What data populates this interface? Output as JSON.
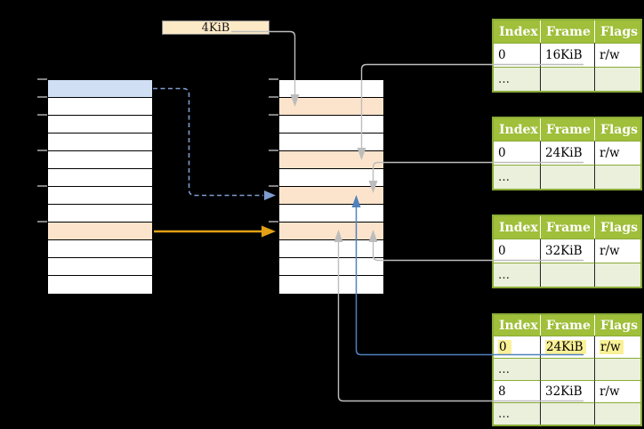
{
  "page_size_label": "4KiB",
  "virtual_memory": {
    "row_colors": [
      "blue",
      "white",
      "white",
      "white",
      "white",
      "white",
      "white",
      "white",
      "orange",
      "white",
      "white",
      "white"
    ]
  },
  "physical_memory": {
    "row_colors": [
      "white",
      "orange",
      "white",
      "white",
      "orange",
      "white",
      "orange",
      "white",
      "orange",
      "white",
      "white",
      "white"
    ]
  },
  "page_tables": [
    {
      "headers": [
        "Index",
        "Frame",
        "Flags"
      ],
      "rows": [
        {
          "cells": [
            "0",
            "16KiB",
            "r/w"
          ],
          "variant": "data"
        },
        {
          "cells": [
            "…",
            "",
            ""
          ],
          "variant": "ellipsis"
        }
      ]
    },
    {
      "headers": [
        "Index",
        "Frame",
        "Flags"
      ],
      "rows": [
        {
          "cells": [
            "0",
            "24KiB",
            "r/w"
          ],
          "variant": "data"
        },
        {
          "cells": [
            "…",
            "",
            ""
          ],
          "variant": "ellipsis"
        }
      ]
    },
    {
      "headers": [
        "Index",
        "Frame",
        "Flags"
      ],
      "rows": [
        {
          "cells": [
            "0",
            "32KiB",
            "r/w"
          ],
          "variant": "data"
        },
        {
          "cells": [
            "…",
            "",
            ""
          ],
          "variant": "ellipsis"
        }
      ]
    },
    {
      "headers": [
        "Index",
        "Frame",
        "Flags"
      ],
      "rows": [
        {
          "cells": [
            "0",
            "24KiB",
            "r/w"
          ],
          "variant": "data",
          "highlighted": true
        },
        {
          "cells": [
            "…",
            "",
            ""
          ],
          "variant": "ellipsis"
        },
        {
          "cells": [
            "8",
            "32KiB",
            "r/w"
          ],
          "variant": "data"
        },
        {
          "cells": [
            "…",
            "",
            ""
          ],
          "variant": "ellipsis"
        }
      ]
    }
  ],
  "colors": {
    "background": "#000000",
    "label_box_fill": "#FCE9C6",
    "virtual_page_blue": "#D0DFF3",
    "highlight_orange": "#FCE4CC",
    "table_header_green": "#A0BF3A",
    "table_border_green": "#8AAB37",
    "table_olive_row": "#EAF0DB",
    "yellow_text_highlight": "#FAF096",
    "arrow_gray": "#BDBDBD",
    "arrow_blue": "#4F81BD",
    "arrow_dashed_blue": "#7E9CD0",
    "arrow_orange": "#E2A016"
  }
}
